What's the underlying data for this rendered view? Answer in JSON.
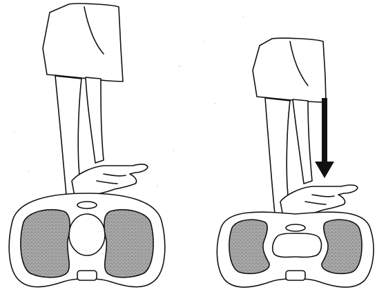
{
  "figure": {
    "panels": [
      {
        "id": "left",
        "state": "before-compression"
      },
      {
        "id": "right",
        "state": "during-compression"
      }
    ],
    "colors": {
      "ink": "#111111",
      "lung_fill": "#9a9a9a",
      "background": "#ffffff",
      "arrow": "#111111"
    },
    "icons": [
      "down-arrow-icon"
    ]
  }
}
